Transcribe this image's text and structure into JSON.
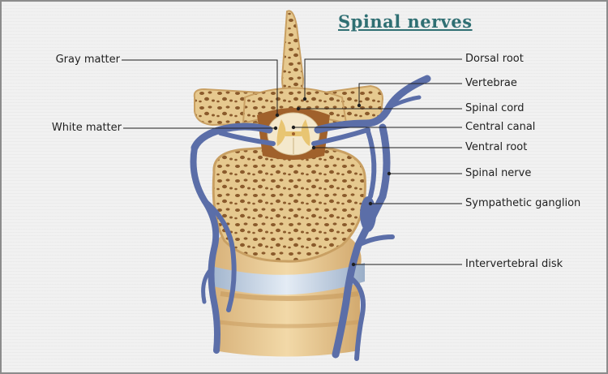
{
  "title": "Spinal nerves",
  "labels": {
    "gray_matter": "Gray matter",
    "white_matter": "White matter",
    "dorsal_root": "Dorsal root",
    "vertebrae": "Vertebrae",
    "spinal_cord": "Spinal cord",
    "central_canal": "Central canal",
    "ventral_root": "Ventral root",
    "spinal_nerve": "Spinal nerve",
    "sympathetic_ganglion": "Sympathetic ganglion",
    "intervertebral_disk": "Intervertebral disk"
  },
  "colors": {
    "bone": "#e4c78f",
    "bone_dark": "#8a5a2b",
    "nerve": "#5b6ea8",
    "disk": "#c9d6e6",
    "title": "#2f6f73",
    "background": "#f1f1f1"
  }
}
